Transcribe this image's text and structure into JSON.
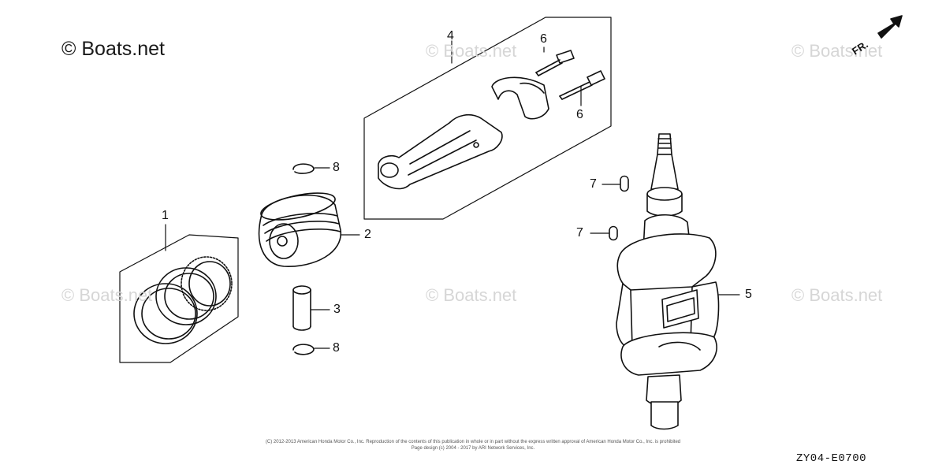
{
  "watermarks": {
    "main": "© Boats.net",
    "faint": "© Boats.net"
  },
  "fr_label": "FR.",
  "callouts": {
    "piston_rings": "1",
    "piston": "2",
    "piston_pin": "3",
    "connecting_rod": "4",
    "crankshaft": "5",
    "bolt_upper": "6",
    "bolt_lower": "6",
    "key_upper": "7",
    "key_lower": "7",
    "clip_upper": "8",
    "clip_lower": "8"
  },
  "copyright": {
    "line1": "(C) 2012-2013 American Honda Motor Co., Inc. Reproduction of the contents of this publication in whole or in part without the express written approval of American Honda Motor Co., Inc. is prohibited",
    "line2": "Page design (c) 2004 - 2017 by ARI Network Services, Inc."
  },
  "diagram_code": "ZY04-E0700"
}
